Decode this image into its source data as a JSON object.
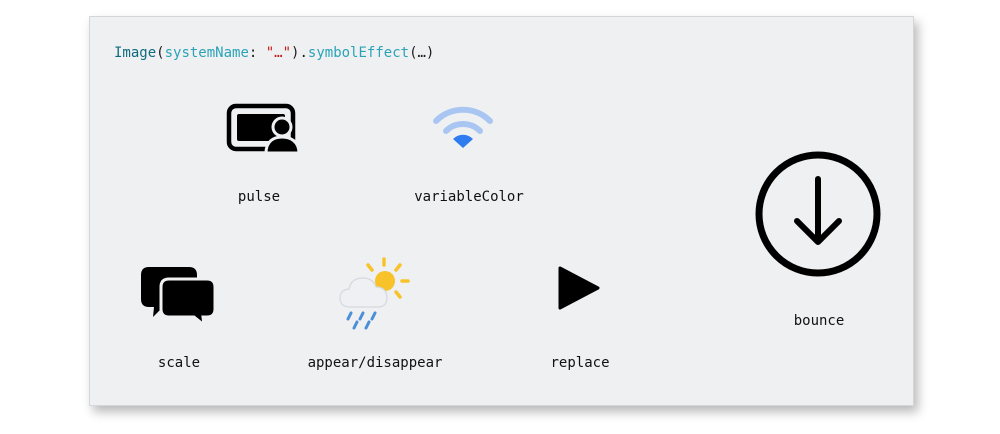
{
  "code": {
    "type": "Image",
    "open_paren": "(",
    "param": "systemName",
    "colon": ": ",
    "string": "\"…\"",
    "close_dot": ").",
    "method": "symbolEffect",
    "args": "(…)"
  },
  "effects": {
    "pulse": {
      "label": "pulse",
      "icon": "rectangle-person-icon"
    },
    "variable_color": {
      "label": "variableColor",
      "icon": "wifi-icon"
    },
    "bounce": {
      "label": "bounce",
      "icon": "arrow-down-circle-icon"
    },
    "scale": {
      "label": "scale",
      "icon": "chat-bubbles-icon"
    },
    "appear_disappear": {
      "label": "appear/disappear",
      "icon": "cloud-sun-rain-icon"
    },
    "replace": {
      "label": "replace",
      "icon": "play-icon"
    }
  },
  "colors": {
    "card_background": "#eff0f2",
    "wifi_light": "#a9c6f3",
    "wifi_accent": "#2f7bf0",
    "sun": "#f7c22a",
    "rain": "#4b8fd6",
    "cloud": "#eef0f3"
  }
}
